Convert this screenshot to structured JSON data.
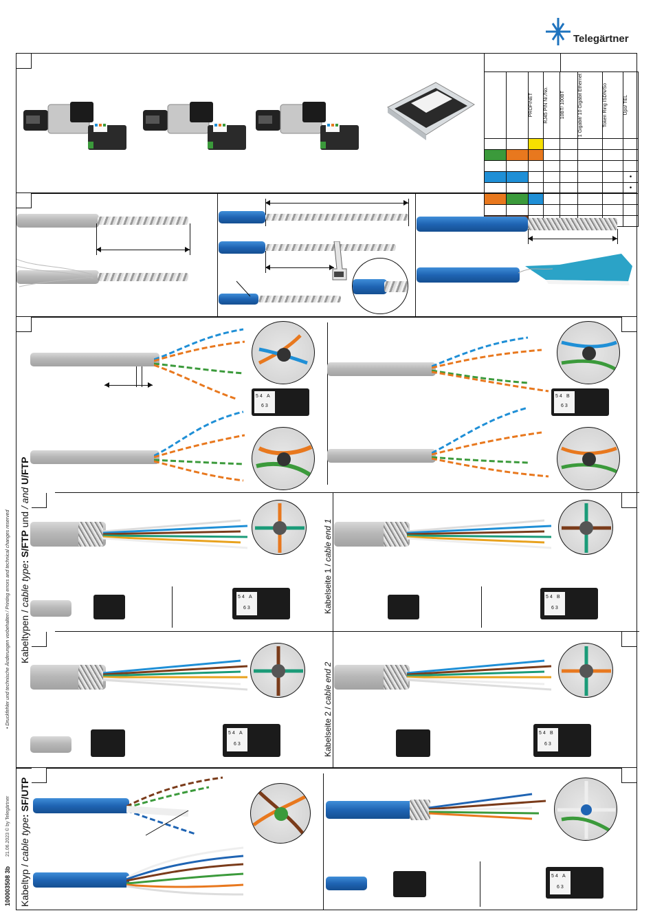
{
  "brand": {
    "name": "Telegärtner",
    "logo_color": "#1e73be"
  },
  "sidebar": {
    "cable_types_label": "Kabeltypen / ",
    "cable_type_en": "cable type",
    "cable_type_value": ": S/FTP",
    "und": " und ",
    "and_en": "/ and",
    "uftp": " U/FTP",
    "disclaimer": "• Druckfehler und technische Änderungen vorbehalten / Printing errors and technical changes reserved",
    "doc_number": "100003508 3b",
    "doc_date": "21.06.2023 © by Telegärtner",
    "cable_type2_label": "Kabeltyp / ",
    "cable_type2_value": ": SF/UTP",
    "cable_end1": "Kabelseite 1 / ",
    "cable_end1_en": "cable end 1",
    "cable_end2": "Kabelseite 2 / ",
    "cable_end2_en": "cable end 2"
  },
  "table": {
    "headers": [
      "PROFINET",
      "RJ45 PIN Nr./No.",
      "10BT/ 100BT",
      "1 Gigabit/ 10 Gigabit Ethernet",
      "Token Ring ISDN/So",
      "Upo/ TEL"
    ],
    "colors": {
      "yellow": "#f7e000",
      "green": "#3b9a3b",
      "orange": "#e8781e",
      "blue": "#1f8fd6",
      "brown": "#7a3b1a",
      "white": "#ffffff"
    },
    "rows": [
      {
        "c1": "white",
        "c2": "white",
        "c3": "yellow",
        "dot": ""
      },
      {
        "c1": "green",
        "c2": "orange",
        "c3": "orange",
        "dot": ""
      },
      {
        "c1": "white",
        "c2": "white",
        "c3": "white",
        "dot": ""
      },
      {
        "c1": "blue",
        "c2": "blue",
        "c3": "white",
        "dot": "•"
      },
      {
        "c1": "white",
        "c2": "white",
        "c3": "white",
        "dot": "•"
      },
      {
        "c1": "orange",
        "c2": "green",
        "c3": "blue",
        "dot": ""
      },
      {
        "c1": "white",
        "c2": "white",
        "c3": "white",
        "dot": ""
      },
      {
        "c1": "brown",
        "c2": "brown",
        "c3": "white",
        "dot": ""
      }
    ]
  },
  "module_labels": {
    "a": "A",
    "b": "B",
    "n54": "5 4",
    "n63": "6 3"
  }
}
